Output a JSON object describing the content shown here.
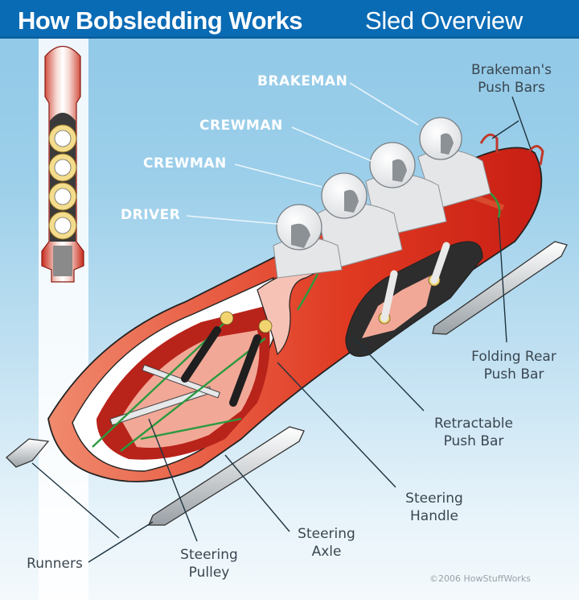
{
  "title": {
    "bold": "How Bobsledding Works",
    "light": "Sled Overview"
  },
  "crew_labels": {
    "brakeman": "BRAKEMAN",
    "crewman_rear": "CREWMAN",
    "crewman_front": "CREWMAN",
    "driver": "DRIVER"
  },
  "part_labels": {
    "brakemans_push_bars": [
      "Brakeman's",
      "Push Bars"
    ],
    "folding_rear_push_bar": [
      "Folding Rear",
      "Push Bar"
    ],
    "retractable_push_bar": [
      "Retractable",
      "Push Bar"
    ],
    "steering_handle": [
      "Steering",
      "Handle"
    ],
    "steering_axle": [
      "Steering",
      "Axle"
    ],
    "steering_pulley": [
      "Steering",
      "Pulley"
    ],
    "runners": [
      "Runners"
    ]
  },
  "copyright": "©2006 HowStuffWorks",
  "colors": {
    "title_bar": "#0a6bb5",
    "sky": "#9ccfea",
    "sled_red": "#d8291c",
    "sled_pink": "#f4b3a6",
    "cable_green": "#2b9a3f",
    "helmet_white": "#f7f7f7",
    "leader_line": "#1f3440"
  }
}
